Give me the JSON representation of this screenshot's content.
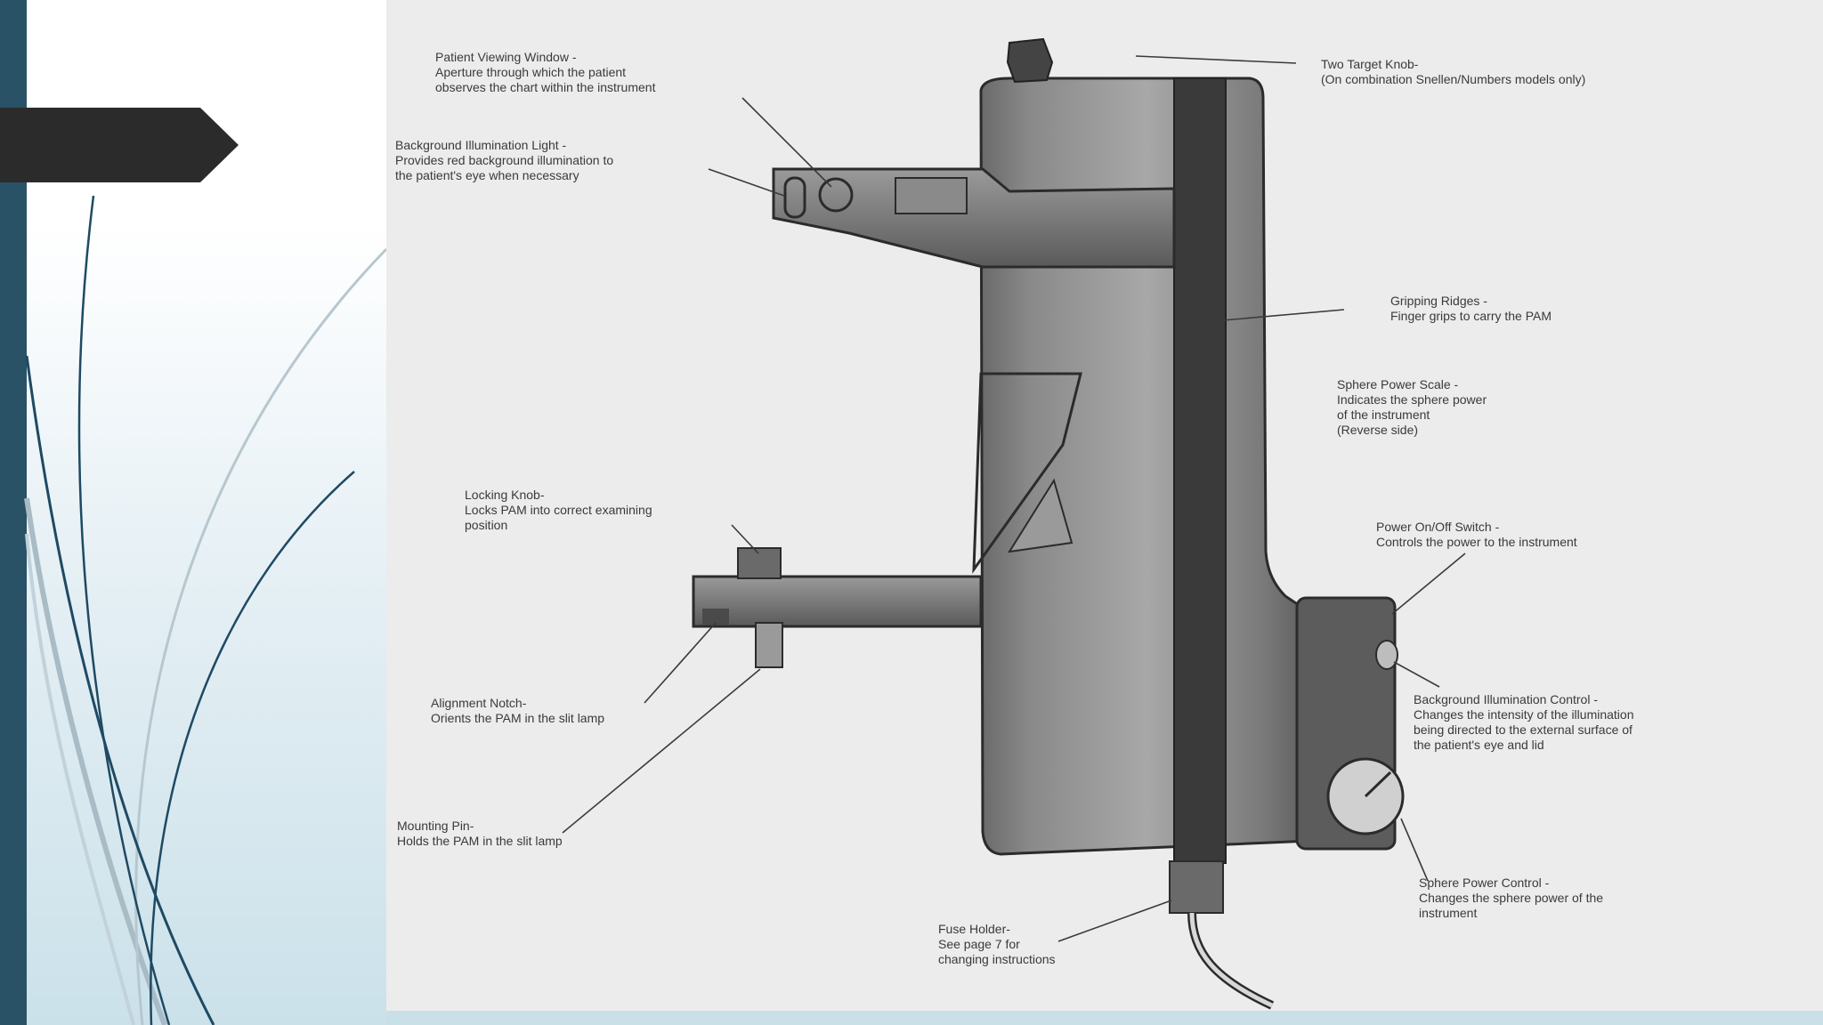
{
  "callouts": {
    "patient_viewing_window": {
      "title": "Patient Viewing Window -",
      "lines": [
        "Aperture through which the patient",
        "observes the chart within the instrument"
      ]
    },
    "background_illumination_light": {
      "title": "Background Illumination Light -",
      "lines": [
        "Provides red background illumination to",
        "the patient's eye when necessary"
      ]
    },
    "two_target_knob": {
      "title": "Two Target Knob-",
      "lines": [
        "(On combination Snellen/Numbers models only)"
      ]
    },
    "gripping_ridges": {
      "title": "Gripping Ridges -",
      "lines": [
        "Finger grips to carry the  PAM"
      ]
    },
    "sphere_power_scale": {
      "title": "Sphere Power Scale -",
      "lines": [
        "Indicates the sphere power",
        "of the instrument",
        "(Reverse side)"
      ]
    },
    "locking_knob": {
      "title": "Locking Knob-",
      "lines": [
        "Locks PAM into correct examining",
        "position"
      ]
    },
    "power_switch": {
      "title": "Power On/Off Switch -",
      "lines": [
        "Controls the power to the instrument"
      ]
    },
    "background_illumination_control": {
      "title": "Background Illumination Control -",
      "lines": [
        "Changes the intensity of the illumination",
        "being directed to the external surface of",
        "the patient's eye and lid"
      ]
    },
    "alignment_notch": {
      "title": "Alignment Notch-",
      "lines": [
        "Orients the PAM in the slit lamp"
      ]
    },
    "mounting_pin": {
      "title": "Mounting Pin-",
      "lines": [
        "Holds the PAM in the slit lamp"
      ]
    },
    "sphere_power_control": {
      "title": "Sphere Power Control -",
      "lines": [
        "Changes the sphere power of the",
        "instrument"
      ]
    },
    "fuse_holder": {
      "title": "Fuse Holder-",
      "lines": [
        "See page 7 for",
        "changing instructions"
      ]
    }
  },
  "colors": {
    "left_bar": "#2a5266",
    "title_marker": "#2b2b2b",
    "curve_dark": "#1e4a63",
    "curve_light": "#a9bcc6",
    "figure_background": "#ececec",
    "ink": "#2b2b2b"
  }
}
